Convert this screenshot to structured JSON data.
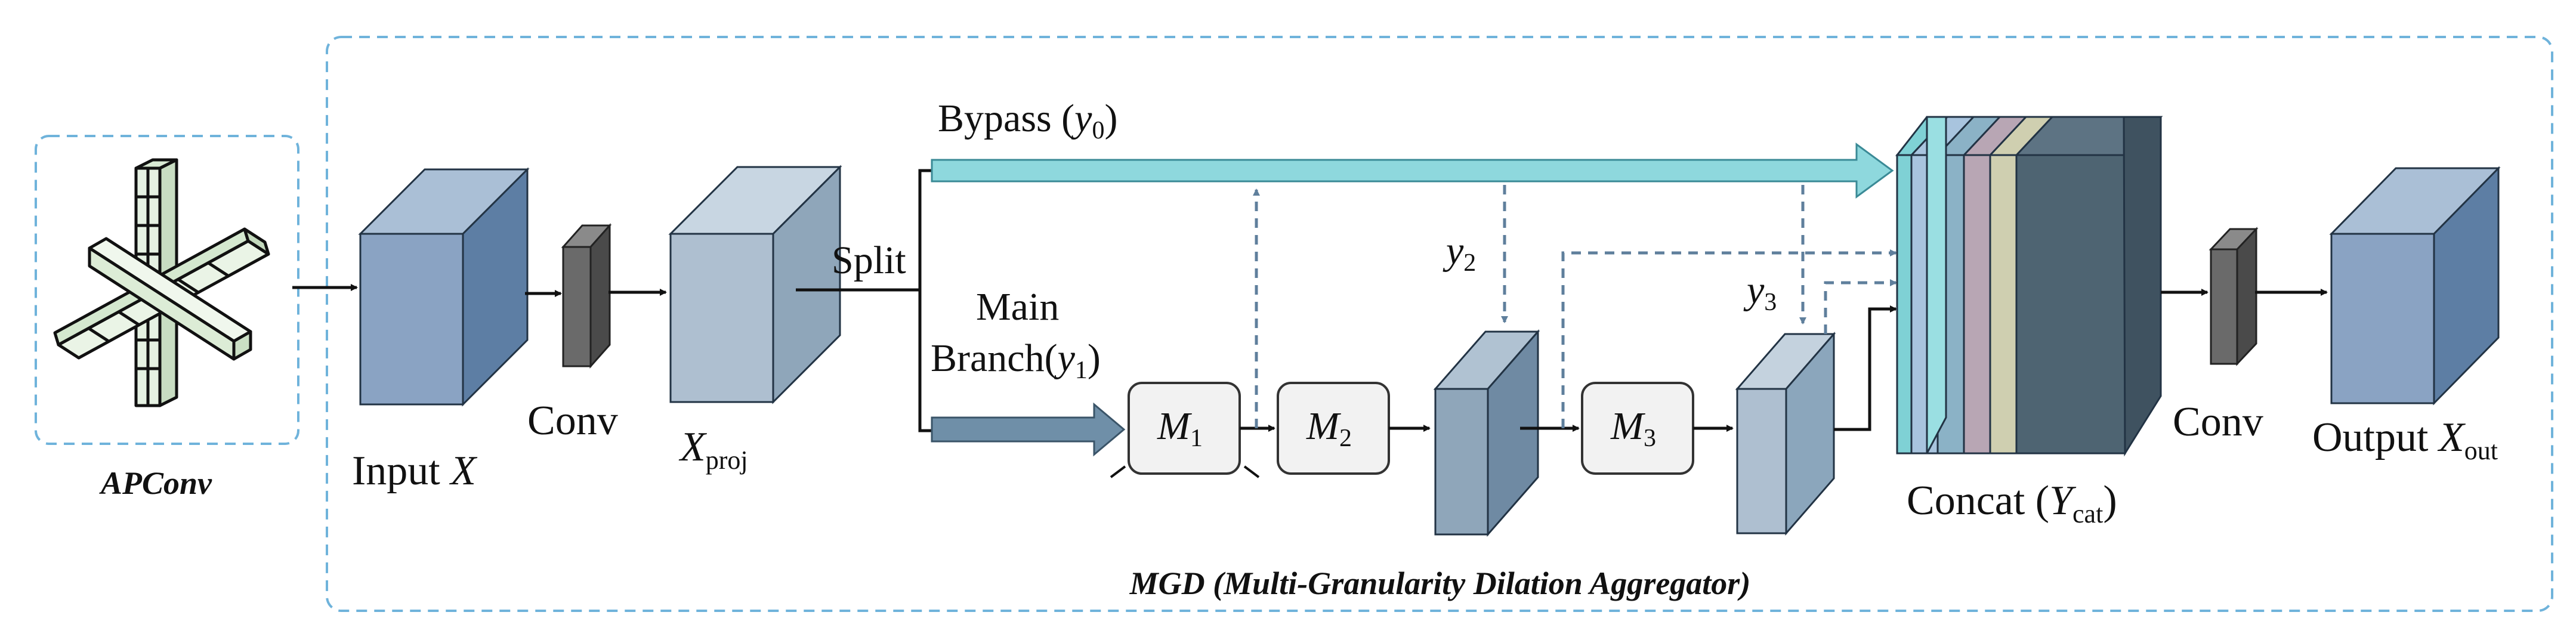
{
  "colors": {
    "frame": "#6fb3db",
    "arrow": "#111111",
    "dashed_arrow": "#5f7f9c",
    "bypass": "#8ed8dd",
    "main_branch": "#6f8fa8",
    "cube_blue_front": "#8aa3c3",
    "cube_proj_front": "#aebfd0",
    "conv_block": "#6a6a6a",
    "module_box": "#f2f2f2",
    "concat_layers": [
      "#7fd1d5",
      "#a8c4de",
      "#8bb2c6",
      "#b8a6b4",
      "#cfcfb0",
      "#5d7383"
    ]
  },
  "labels": {
    "apconv": "APConv",
    "input_main": "Input ",
    "input_var": "X",
    "conv_left": "Conv",
    "xproj_main": "X",
    "xproj_sub": "proj",
    "split": "Split",
    "bypass_main": "Bypass (",
    "bypass_var": "y",
    "bypass_sub": "0",
    "bypass_close": ")",
    "main_line1": "Main",
    "main_line2": "Branch(",
    "main_var": "y",
    "main_sub": "1",
    "main_close": ")",
    "m1_main": "M",
    "m1_sub": "1",
    "m2_main": "M",
    "m2_sub": "2",
    "m3_main": "M",
    "m3_sub": "3",
    "y2_main": "y",
    "y2_sub": "2",
    "y3_main": "y",
    "y3_sub": "3",
    "concat_main": "Concat (",
    "concat_var": "Y",
    "concat_sub": "cat",
    "concat_close": ")",
    "conv_right": "Conv",
    "output_main": "Output ",
    "output_var": "X",
    "output_sub": "out",
    "mgd": "MGD (Multi-Granularity Dilation Aggregator)"
  }
}
